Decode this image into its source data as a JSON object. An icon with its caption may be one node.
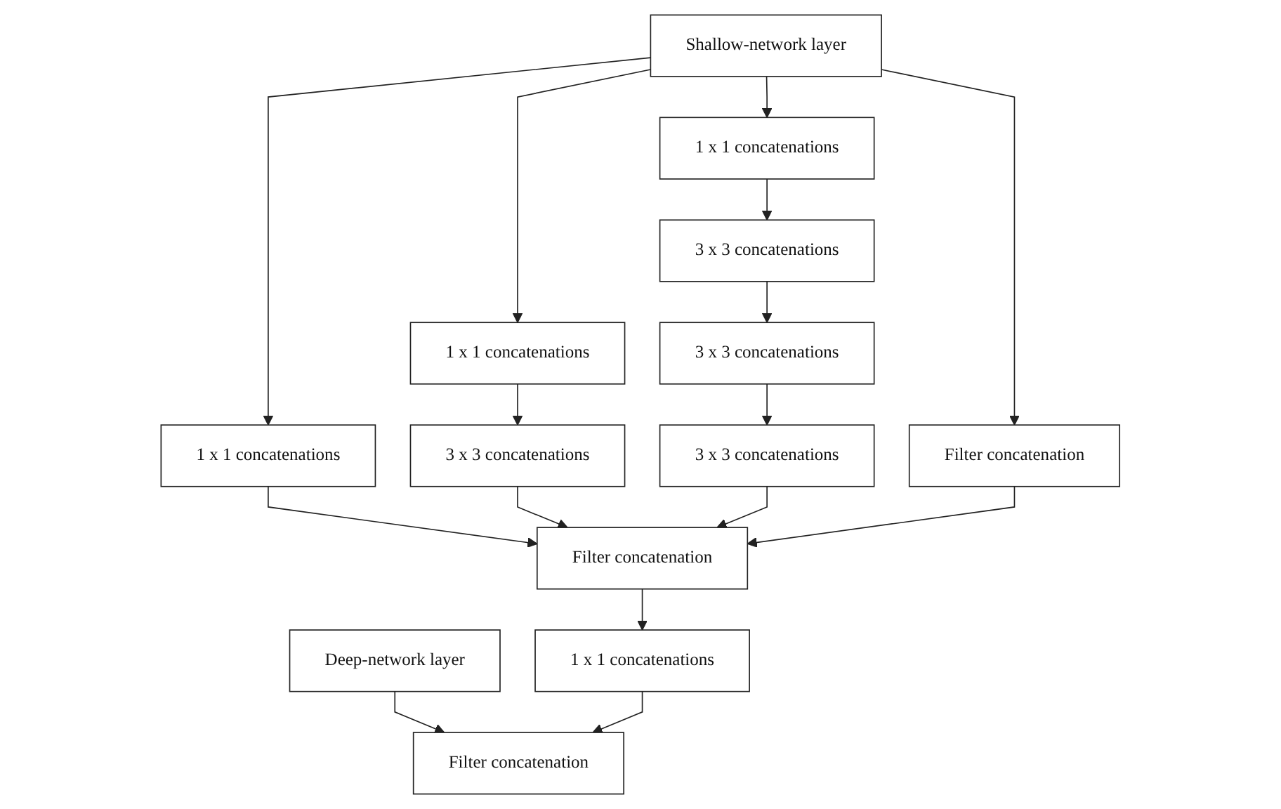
{
  "diagram": {
    "nodes": [
      {
        "text": [
          "Shallow-network layer"
        ]
      },
      {
        "text": [
          "1 x 1 concatenations"
        ]
      },
      {
        "text": [
          "1 x 1 concatenations"
        ]
      },
      {
        "text": [
          "3 x 3 concatenations"
        ]
      },
      {
        "text": [
          "1 x 1 concatenations"
        ]
      },
      {
        "text": [
          "3 x 3 concatenations"
        ]
      },
      {
        "text": [
          "3 x 3 concatenations"
        ]
      },
      {
        "text": [
          "3 x 3 concatenations"
        ]
      },
      {
        "text": [
          "Filter concatenation"
        ]
      },
      {
        "text": [
          "Deep-network layer"
        ]
      },
      {
        "text": [
          "Filter concatenation"
        ]
      },
      {
        "text": [
          "1 x 1 concatenations"
        ]
      },
      {
        "text": [
          "Filter concatenation"
        ]
      }
    ],
    "edges": [
      {
        "from": 0,
        "to": 1,
        "arrow": "to"
      },
      {
        "from": 0,
        "to": 2,
        "arrow": "to"
      },
      {
        "from": 0,
        "to": 4,
        "arrow": "to"
      },
      {
        "from": 0,
        "to": 8,
        "arrow": "to"
      },
      {
        "from": 2,
        "to": 3,
        "arrow": "to"
      },
      {
        "from": 4,
        "to": 5,
        "arrow": "to"
      },
      {
        "from": 5,
        "to": 6,
        "arrow": "to"
      },
      {
        "from": 6,
        "to": 7,
        "arrow": "to"
      },
      {
        "from": 1,
        "to": 10,
        "arrow": "to"
      },
      {
        "from": 3,
        "to": 10,
        "arrow": "to"
      },
      {
        "from": 7,
        "to": 10,
        "arrow": "to"
      },
      {
        "from": 8,
        "to": 10,
        "arrow": "to"
      },
      {
        "from": 10,
        "to": 11,
        "arrow": "to"
      },
      {
        "from": 9,
        "to": 12,
        "arrow": "to"
      },
      {
        "from": 11,
        "to": 12,
        "arrow": "to"
      }
    ]
  }
}
